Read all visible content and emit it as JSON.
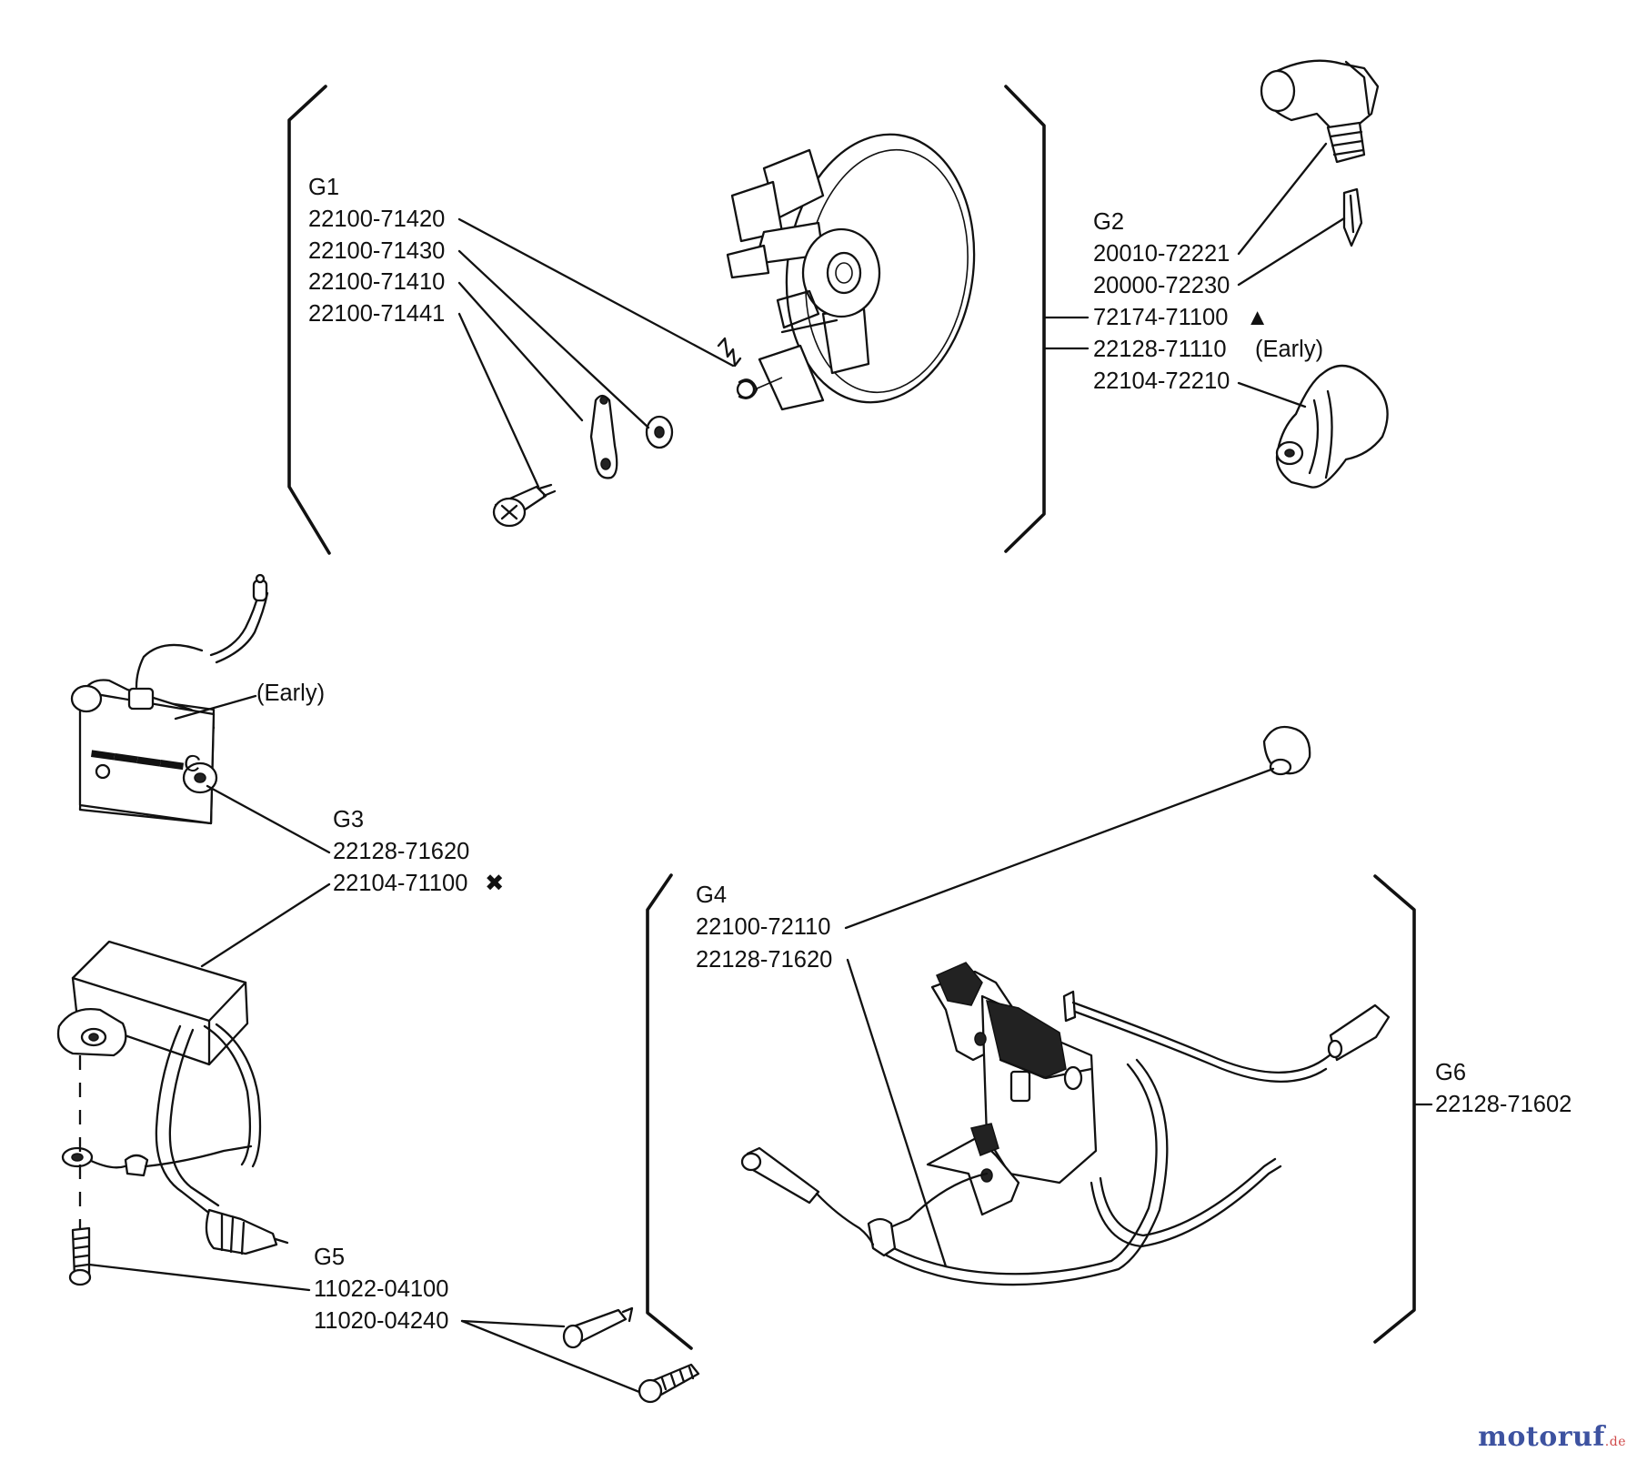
{
  "groups": {
    "g1": {
      "label": "G1",
      "parts": [
        "22100-71420",
        "22100-71430",
        "22100-71410",
        "22100-71441"
      ]
    },
    "g2": {
      "label": "G2",
      "parts": [
        "20010-72221",
        "20000-72230",
        "72174-71100",
        "22128-71110",
        "22104-72210"
      ],
      "marker": "▲",
      "note": "(Early)"
    },
    "g3": {
      "label": "G3",
      "note": "(Early)",
      "parts": [
        "22128-71620",
        "22104-71100"
      ],
      "marker": "✖"
    },
    "g4": {
      "label": "G4",
      "parts": [
        "22100-72110",
        "22128-71620"
      ]
    },
    "g5": {
      "label": "G5",
      "parts": [
        "11022-04100",
        "11020-04240"
      ]
    },
    "g6": {
      "label": "G6",
      "parts": [
        "22128-71602"
      ]
    }
  },
  "watermark": {
    "main": "motoruf",
    "tld": ".de"
  }
}
